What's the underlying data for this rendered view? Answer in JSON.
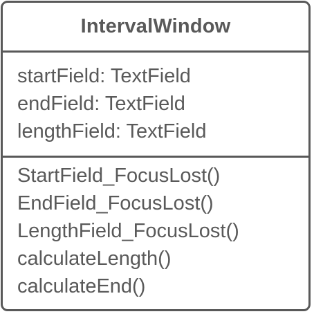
{
  "class": {
    "name": "IntervalWindow",
    "attributes": [
      "startField: TextField",
      "endField: TextField",
      "lengthField: TextField"
    ],
    "methods": [
      "StartField_FocusLost()",
      "EndField_FocusLost()",
      "LengthField_FocusLost()",
      "calculateLength()",
      "calculateEnd()"
    ]
  },
  "colors": {
    "stroke": "#595959",
    "text": "#595959",
    "background": "#ffffff"
  }
}
